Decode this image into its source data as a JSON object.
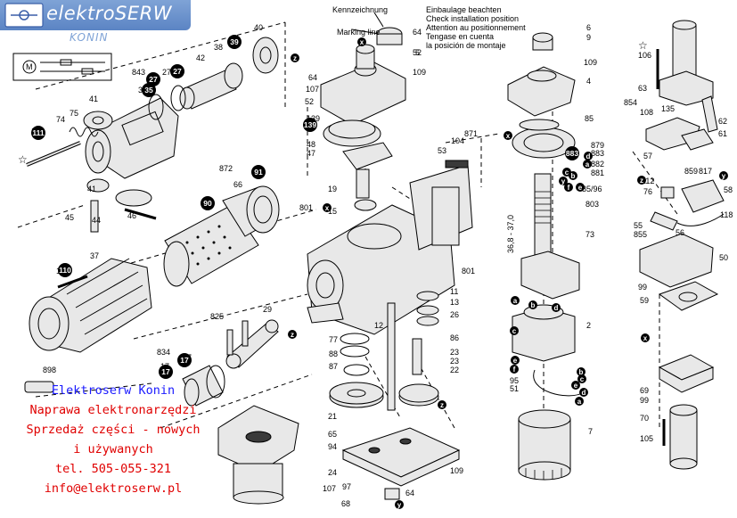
{
  "brand": {
    "name": "elektroSERW",
    "city": "KONIN"
  },
  "contact_lines": [
    "Elektroserw Konin",
    "Naprawa elektronarzędzi",
    "Sprzedaż części - nowych",
    "i używanych",
    "tel. 505-055-321",
    "info@elektroserw.pl"
  ],
  "notices": {
    "marking_de": "Kennzeichnung",
    "marking_en": "Marking line",
    "install_lines": [
      "Einbaulage beachten",
      "Check installation position",
      "Attention au positionnement",
      "Tengase en cuenta",
      "la posición de montaje"
    ]
  },
  "dimension_text": "36,8 - 37,0",
  "part_labels": [
    {
      "t": "843"
    },
    {
      "t": "35"
    },
    {
      "t": "27"
    },
    {
      "t": "27"
    },
    {
      "t": "42"
    },
    {
      "t": "38"
    },
    {
      "t": "39"
    },
    {
      "t": "40"
    },
    {
      "t": "41"
    },
    {
      "t": "75"
    },
    {
      "t": "74"
    },
    {
      "t": "111"
    },
    {
      "t": "41"
    },
    {
      "t": "45"
    },
    {
      "t": "46"
    },
    {
      "t": "44"
    },
    {
      "t": "872"
    },
    {
      "t": "91"
    },
    {
      "t": "66"
    },
    {
      "t": "90"
    },
    {
      "t": "37"
    },
    {
      "t": "110"
    },
    {
      "t": "825"
    },
    {
      "t": "29"
    },
    {
      "t": "834"
    },
    {
      "t": "17"
    },
    {
      "t": "17"
    },
    {
      "t": "898"
    },
    {
      "t": "64"
    },
    {
      "t": "107"
    },
    {
      "t": "52"
    },
    {
      "t": "139"
    },
    {
      "t": "48"
    },
    {
      "t": "47"
    },
    {
      "t": "19"
    },
    {
      "t": "15"
    },
    {
      "t": "801"
    },
    {
      "t": "53"
    },
    {
      "t": "104"
    },
    {
      "t": "871"
    },
    {
      "t": "64"
    },
    {
      "t": "5"
    },
    {
      "t": "52"
    },
    {
      "t": "109"
    },
    {
      "t": "6"
    },
    {
      "t": "9"
    },
    {
      "t": "109"
    },
    {
      "t": "4"
    },
    {
      "t": "85"
    },
    {
      "t": "879"
    },
    {
      "t": "883"
    },
    {
      "t": "882"
    },
    {
      "t": "881"
    },
    {
      "t": "85/96"
    },
    {
      "t": "803"
    },
    {
      "t": "73"
    },
    {
      "t": "801"
    },
    {
      "t": "11"
    },
    {
      "t": "13"
    },
    {
      "t": "26"
    },
    {
      "t": "86"
    },
    {
      "t": "2"
    },
    {
      "t": "77"
    },
    {
      "t": "88"
    },
    {
      "t": "87"
    },
    {
      "t": "12"
    },
    {
      "t": "23"
    },
    {
      "t": "23"
    },
    {
      "t": "22"
    },
    {
      "t": "21"
    },
    {
      "t": "65"
    },
    {
      "t": "94"
    },
    {
      "t": "24"
    },
    {
      "t": "109"
    },
    {
      "t": "107"
    },
    {
      "t": "97"
    },
    {
      "t": "68"
    },
    {
      "t": "64"
    },
    {
      "t": "95"
    },
    {
      "t": "51"
    },
    {
      "t": "7"
    },
    {
      "t": "106"
    },
    {
      "t": "63"
    },
    {
      "t": "854"
    },
    {
      "t": "108"
    },
    {
      "t": "135"
    },
    {
      "t": "62"
    },
    {
      "t": "61"
    },
    {
      "t": "57"
    },
    {
      "t": "112"
    },
    {
      "t": "76"
    },
    {
      "t": "859"
    },
    {
      "t": "817"
    },
    {
      "t": "58"
    },
    {
      "t": "118"
    },
    {
      "t": "55"
    },
    {
      "t": "855"
    },
    {
      "t": "56"
    },
    {
      "t": "50"
    },
    {
      "t": "99"
    },
    {
      "t": "59"
    },
    {
      "t": "69"
    },
    {
      "t": "99"
    },
    {
      "t": "70"
    },
    {
      "t": "105"
    }
  ],
  "circle_labels": [
    {
      "t": "35"
    },
    {
      "t": "27"
    },
    {
      "t": "27"
    },
    {
      "t": "39"
    },
    {
      "t": "111"
    },
    {
      "t": "91"
    },
    {
      "t": "90"
    },
    {
      "t": "110"
    },
    {
      "t": "17"
    },
    {
      "t": "17"
    },
    {
      "t": "139"
    },
    {
      "t": "883"
    }
  ],
  "callouts": [
    {
      "t": "x"
    },
    {
      "t": "z"
    },
    {
      "t": "z"
    },
    {
      "t": "x"
    },
    {
      "t": "z"
    },
    {
      "t": "y"
    },
    {
      "t": "x"
    },
    {
      "t": "y"
    },
    {
      "t": "a"
    },
    {
      "t": "b"
    },
    {
      "t": "c"
    },
    {
      "t": "d"
    },
    {
      "t": "e"
    },
    {
      "t": "f"
    },
    {
      "t": "a"
    },
    {
      "t": "b"
    },
    {
      "t": "c"
    },
    {
      "t": "d"
    },
    {
      "t": "e"
    },
    {
      "t": "f"
    },
    {
      "t": "d"
    },
    {
      "t": "c"
    },
    {
      "t": "e"
    },
    {
      "t": "a"
    },
    {
      "t": "b"
    },
    {
      "t": "z"
    },
    {
      "t": "x"
    },
    {
      "t": "y"
    }
  ]
}
